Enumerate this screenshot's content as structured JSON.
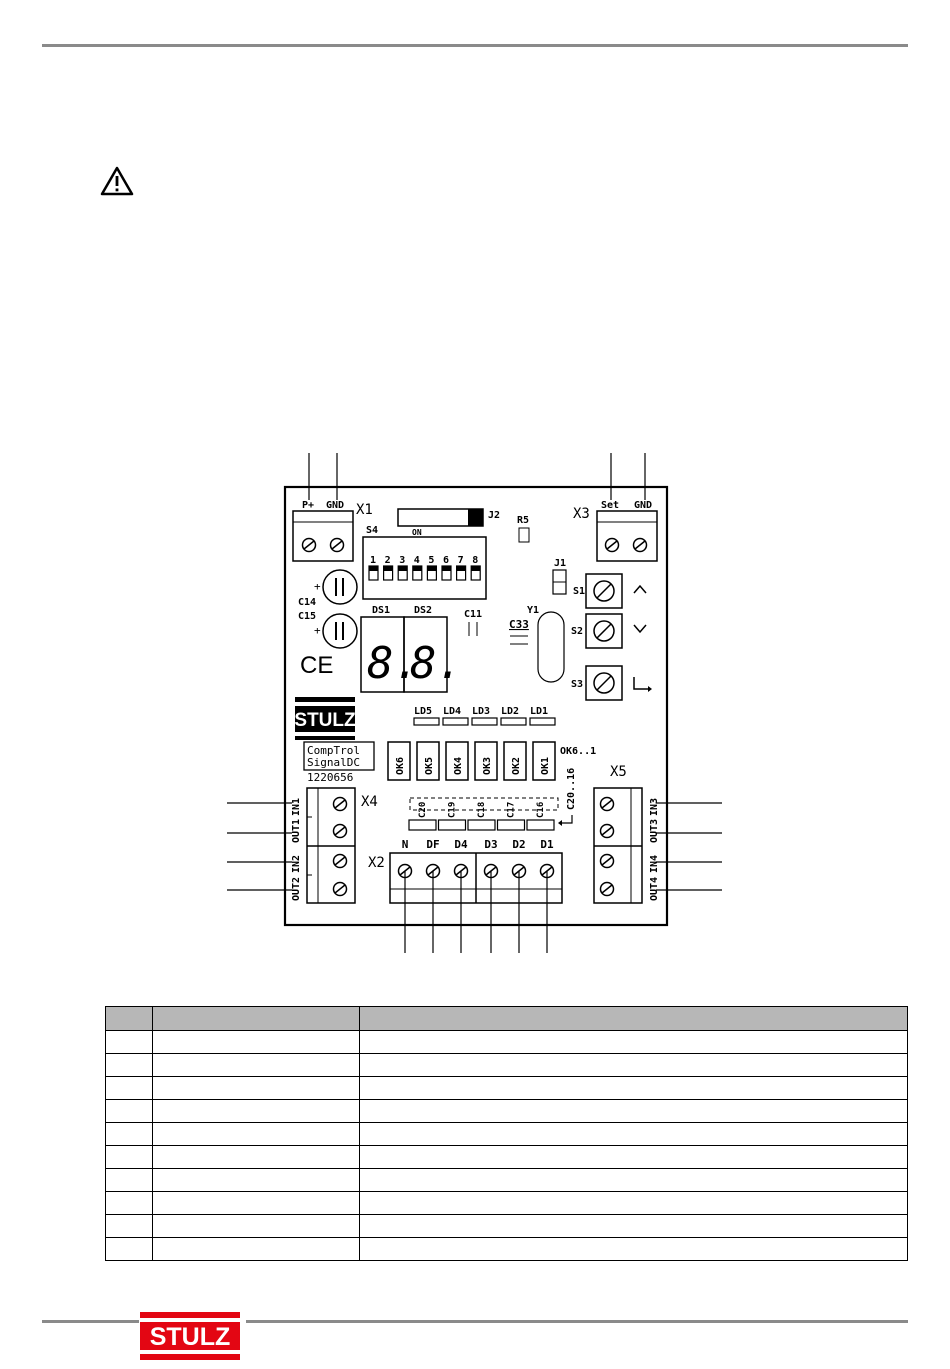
{
  "board": {
    "connectors": {
      "x1": "X1",
      "x1_p": "P+",
      "x1_gnd": "GND",
      "x3": "X3",
      "x3_set": "Set",
      "x3_gnd": "GND",
      "x4": "X4",
      "x5": "X5",
      "x2": "X2"
    },
    "x4_labels": [
      "IN1",
      "OUT1",
      "IN2",
      "OUT2"
    ],
    "x5_labels": [
      "IN3",
      "OUT3",
      "IN4",
      "OUT4"
    ],
    "x2_labels": [
      "N",
      "DF",
      "D4",
      "D3",
      "D2",
      "D1"
    ],
    "components": {
      "j2": "J2",
      "r5": "R5",
      "s4": "S4",
      "on": "ON",
      "j1": "J1",
      "c14": "C14",
      "c15": "C15",
      "c11": "C11",
      "c33": "C33",
      "y1": "Y1",
      "ds1": "DS1",
      "ds2": "DS2",
      "s1": "S1",
      "s2": "S2",
      "s3": "S3",
      "ce": "CE",
      "ok_group": "OK6..1",
      "c_group": "C20..16"
    },
    "dip_numbers": [
      "1",
      "2",
      "3",
      "4",
      "5",
      "6",
      "7",
      "8"
    ],
    "leds": [
      "LD5",
      "LD4",
      "LD3",
      "LD2",
      "LD1"
    ],
    "relays": [
      "OK6",
      "OK5",
      "OK4",
      "OK3",
      "OK2",
      "OK1"
    ],
    "caps": [
      "C20",
      "C19",
      "C18",
      "C17",
      "C16"
    ],
    "brand": "STULZ",
    "product_line1": "CompTrol",
    "product_line2": "SignalDC",
    "part_number": "1220656",
    "display_digits": [
      "8.",
      "8."
    ],
    "button_symbols": [
      "^",
      "v",
      "↵"
    ]
  },
  "table": {
    "headers": [
      "",
      "",
      ""
    ],
    "row_count": 10
  },
  "footer": {
    "logo_text": "STULZ"
  }
}
